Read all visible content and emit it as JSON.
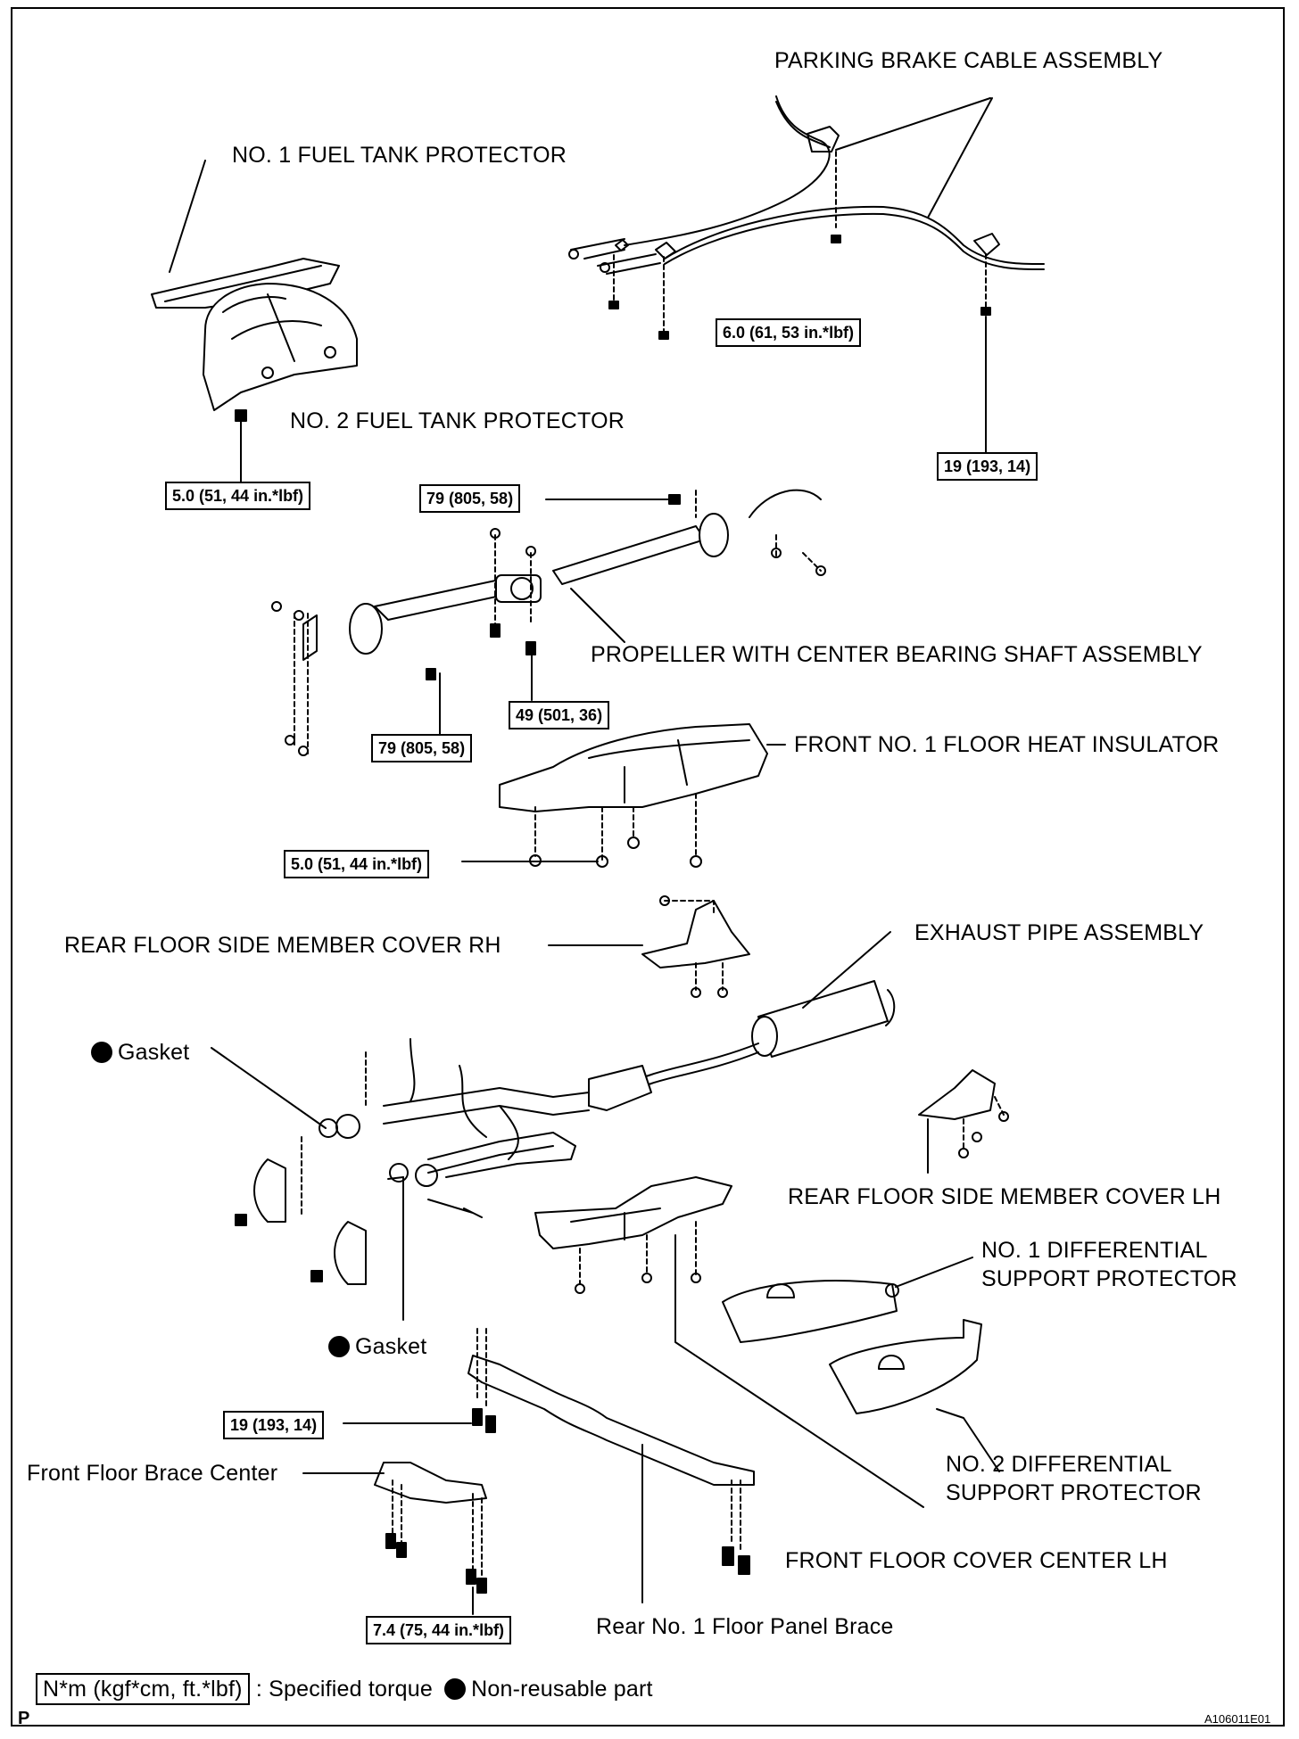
{
  "labels": {
    "parking_brake_cable": "PARKING BRAKE CABLE ASSEMBLY",
    "no1_fuel_tank_protector": "NO. 1 FUEL TANK PROTECTOR",
    "no2_fuel_tank_protector": "NO. 2 FUEL TANK PROTECTOR",
    "propeller_shaft": "PROPELLER WITH CENTER BEARING SHAFT ASSEMBLY",
    "front_no1_floor_heat_insulator": "FRONT NO. 1 FLOOR HEAT INSULATOR",
    "rear_floor_side_member_cover_rh": "REAR FLOOR SIDE MEMBER COVER RH",
    "exhaust_pipe_assembly": "EXHAUST PIPE ASSEMBLY",
    "gasket_upper": "Gasket",
    "gasket_lower": "Gasket",
    "rear_floor_side_member_cover_lh": "REAR FLOOR SIDE MEMBER COVER LH",
    "no1_diff_support_protector_line1": "NO. 1 DIFFERENTIAL",
    "no1_diff_support_protector_line2": "SUPPORT PROTECTOR",
    "no2_diff_support_protector_line1": "NO. 2 DIFFERENTIAL",
    "no2_diff_support_protector_line2": "SUPPORT PROTECTOR",
    "front_floor_brace_center": "Front Floor Brace Center",
    "front_floor_cover_center_lh": "FRONT FLOOR COVER CENTER LH",
    "rear_no1_floor_panel_brace": "Rear No. 1 Floor Panel Brace"
  },
  "torques": {
    "parking_brake_bolt": "6.0 (61, 53 in.*lbf)",
    "parking_brake_rear": "19 (193, 14)",
    "fuel_tank_protector": "5.0 (51, 44 in.*lbf)",
    "propeller_rear": "79 (805, 58)",
    "propeller_front": "79 (805, 58)",
    "center_bearing": "49 (501, 36)",
    "heat_insulator": "5.0 (51, 44 in.*lbf)",
    "brace_bolt": "19 (193, 14)",
    "brace_center": "7.4 (75, 44 in.*lbf)"
  },
  "legend": {
    "torque_unit": "N*m (kgf*cm, ft.*lbf)",
    "torque_text": ": Specified torque",
    "non_reusable_text": "Non-reusable part"
  },
  "corner_letter": "P",
  "figure_code": "A106011E01"
}
